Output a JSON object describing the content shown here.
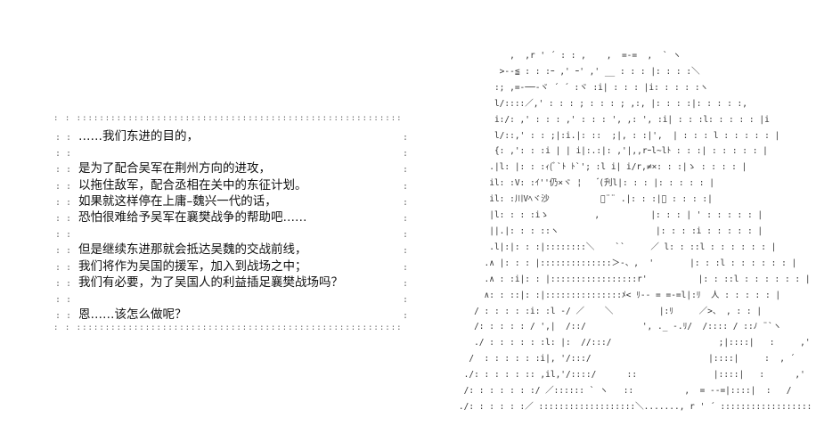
{
  "dialogue": {
    "lines": [
      "……我们东进的目的，",
      "",
      "是为了配合吴军在荆州方向的进攻，",
      "以拖住敌军，配合丞相在关中的东征计划。",
      "如果就这样停在上庸–魏兴一代的话，",
      "恐怕很难给予吴军在襄樊战争的帮助吧……",
      "",
      "但是继续东进那就会抵达吴魏的交战前线，",
      "我们将作为吴国的援军，加入到战场之中；",
      "我们有必要，为了吴国人的利益插足襄樊战场吗？",
      "",
      "恩……该怎么做呢？"
    ]
  },
  "ascii_art": {
    "lines": [
      "                     ,  ,r ' ´ : : ,    ,  =-=  ,  ` ヽ",
      "                   >--≦ : : :ｰ ,' ｰ' ,' __ : : : |: : : :＼",
      "                  :; ,=-──-ヾ ´ ´ :ヾ :i| : : : |i: : : : :ヽ",
      "                  l/::::／,' : : : ; : : : ; ,:, |: : : :|: : : : :,",
      "                  i:/: ,' : : : ,' : : : ', ,: ', :i| : : :l: : : : : |i",
      "                  l/::,' : : ;|:i.|: ::  ;|, : :|',  | : : : l : : : : : |",
      "                  {: ,': : :i | | i|:.:|: ,'|,,rｰl~lﾄ : : :| : : : : : |",
      "                 .|l: |: : :ｨ(ﾞ`ﾄ ﾄ`'; :l i| i/r,≠×: : :|ゝ : : : : |",
      "                 il: :V: :ｲ''仍×ヾ ¦    ゙(刋l|: : : |: : : : : |",
      "                 il: :川Vﾍヾ沙          ゙¨¨ .|: : :|〃 : : : :|",
      "                 |l: : : :iゝ         ,          |: : : | ' : : : : : |",
      "                 ||.|: : : ::ヽ                   |: : : :i : : : : : |",
      "                 .l|:|: : :|::::::::＼    ``     ／ l: : ::l : : : : : : |",
      "                .∧ |: : : |::::::::::::::＞-、,  '       |: : :l : : : : : : |",
      "                .∧ : :i|: : |:::::::::::::::::r'          |: : ::l : : : : : : |",
      "                ∧: : ::|: :|:::::::::::::::ﾒ< ﾘ-- = =-=l|:ﾘ  人 : : : : : |",
      "              / : : : : :i: :l -/ ／    ＼         |:ﾘ     ／>、 , : : |",
      "              /: : : : : / ',|  /::/           ', ._ -.ﾘ/  /:::: / ::ﾉ ¨`ヽ",
      "              ./ : : : : : :l: |:  //:::/                     ;|::::|   :     ,'   ヽ",
      "             /  : : : : : :i|, '/:::/                       |::::|     :  , ´        |i",
      "            ./: : : : : :: ,il,'/::::/      ::               |::::|   :      ,'      .|i",
      "            /: : : : : : :/ ／:::::: ` ヽ   ::          ,  = --=|::::|  :   /          |i",
      "           ./: : : : : :／ :::::::::::::::::::＼......., r ' ´ :::::::::::::::::::;:::|   /          |i"
    ]
  }
}
